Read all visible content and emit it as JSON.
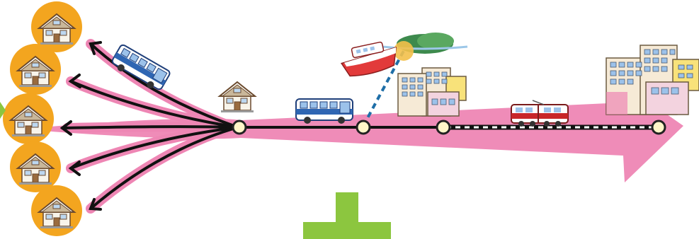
{
  "diagram": {
    "description_elements": {
      "hub_node": "hub-stop",
      "route_nodes": [
        "bus-stop",
        "ferry-stop",
        "rail-station",
        "city-terminal"
      ],
      "residential_houses": 5
    },
    "colors": {
      "main_arrow": "#ee86b4",
      "house_badge": "#f3a51f",
      "route_line": "#000000",
      "node_fill": "#fff6c8",
      "node_stroke": "#222222",
      "ferry_link": "#1e6ea7",
      "plus_sign": "#8cc63f",
      "left_marker": "#8cc63f"
    },
    "icons": {
      "vehicles": [
        "bus-icon",
        "bus-icon",
        "ferry-icon",
        "train-icon"
      ],
      "buildings": [
        "house-icon",
        "office-building-icon",
        "city-buildings-icon",
        "island-icon"
      ]
    }
  }
}
